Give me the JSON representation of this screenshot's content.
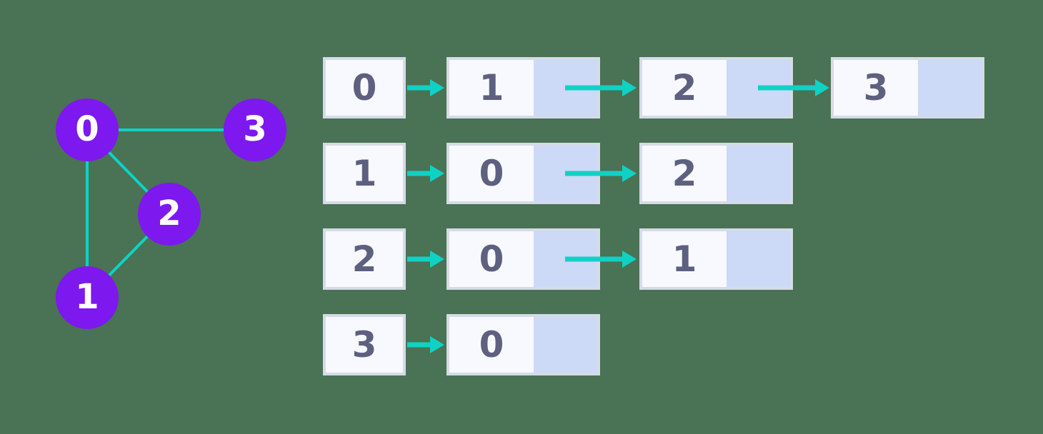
{
  "diagram": {
    "description_colors": {
      "background": "#4a7254",
      "node_fill": "#7d18ee",
      "node_text": "#ffffff",
      "edge_and_arrow": "#0fd2c5",
      "box_fill": "#f8f9fe",
      "box_border": "#d5dbe7",
      "pointer_cell_fill": "#ccd9f7",
      "box_text": "#5e6080"
    }
  },
  "graph": {
    "nodes": [
      {
        "label": "0"
      },
      {
        "label": "1"
      },
      {
        "label": "2"
      },
      {
        "label": "3"
      }
    ],
    "edges": [
      [
        "0",
        "3"
      ],
      [
        "0",
        "2"
      ],
      [
        "0",
        "1"
      ],
      [
        "1",
        "2"
      ]
    ]
  },
  "adjacency_list": {
    "rows": [
      {
        "head": "0",
        "neighbors": [
          "1",
          "2",
          "3"
        ]
      },
      {
        "head": "1",
        "neighbors": [
          "0",
          "2"
        ]
      },
      {
        "head": "2",
        "neighbors": [
          "0",
          "1"
        ]
      },
      {
        "head": "3",
        "neighbors": [
          "0"
        ]
      }
    ]
  }
}
